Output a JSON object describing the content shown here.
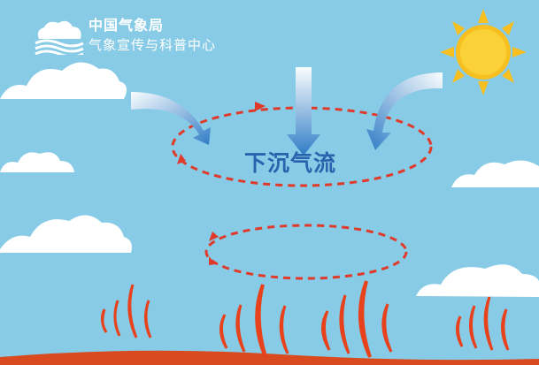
{
  "logo": {
    "organization": "中国气象局",
    "department": "气象宣传与科普中心"
  },
  "diagram": {
    "label": "下沉气流"
  },
  "colors": {
    "sky": "#87cbe6",
    "cloud": "#ffffff",
    "sun": "#f7c020",
    "loop_line": "#e03a2a",
    "arrow": "#2f7cc6",
    "label_text": "#2a62ad",
    "flame": "#e8421c",
    "ground": "#d94a1e"
  },
  "icons": [
    "weather-logo-icon",
    "sun-icon",
    "cloud-icon",
    "descending-arrow-icon",
    "flame-icon"
  ]
}
